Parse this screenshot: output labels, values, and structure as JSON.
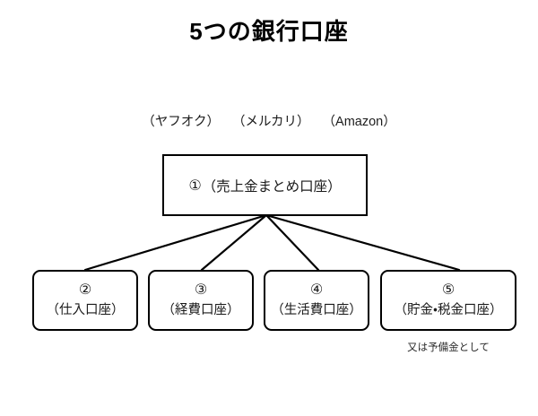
{
  "title": "5つの銀行口座",
  "sources": [
    {
      "id": "yahoo-auction",
      "label": "（ヤフオク）"
    },
    {
      "id": "mercari",
      "label": "（メルカリ）"
    },
    {
      "id": "amazon",
      "label": "（Amazon）"
    }
  ],
  "root": {
    "number": "①",
    "label": "（売上金まとめ口座）"
  },
  "accounts": [
    {
      "number": "②",
      "label": "（仕入口座）"
    },
    {
      "number": "③",
      "label": "（経費口座）"
    },
    {
      "number": "④",
      "label": "（生活費口座）"
    },
    {
      "number": "⑤",
      "label": "（貯金・税金口座）"
    }
  ],
  "footnote": "又は予備金として",
  "colors": {
    "background": "#ffffff",
    "stroke": "#000000",
    "text": "#1a1a1a"
  },
  "diagram": {
    "type": "tree",
    "orientation": "top-down",
    "root_id": "node-1",
    "edges": [
      {
        "from": "node-1",
        "to": "node-2"
      },
      {
        "from": "node-1",
        "to": "node-3"
      },
      {
        "from": "node-1",
        "to": "node-4"
      },
      {
        "from": "node-1",
        "to": "node-5"
      }
    ]
  }
}
